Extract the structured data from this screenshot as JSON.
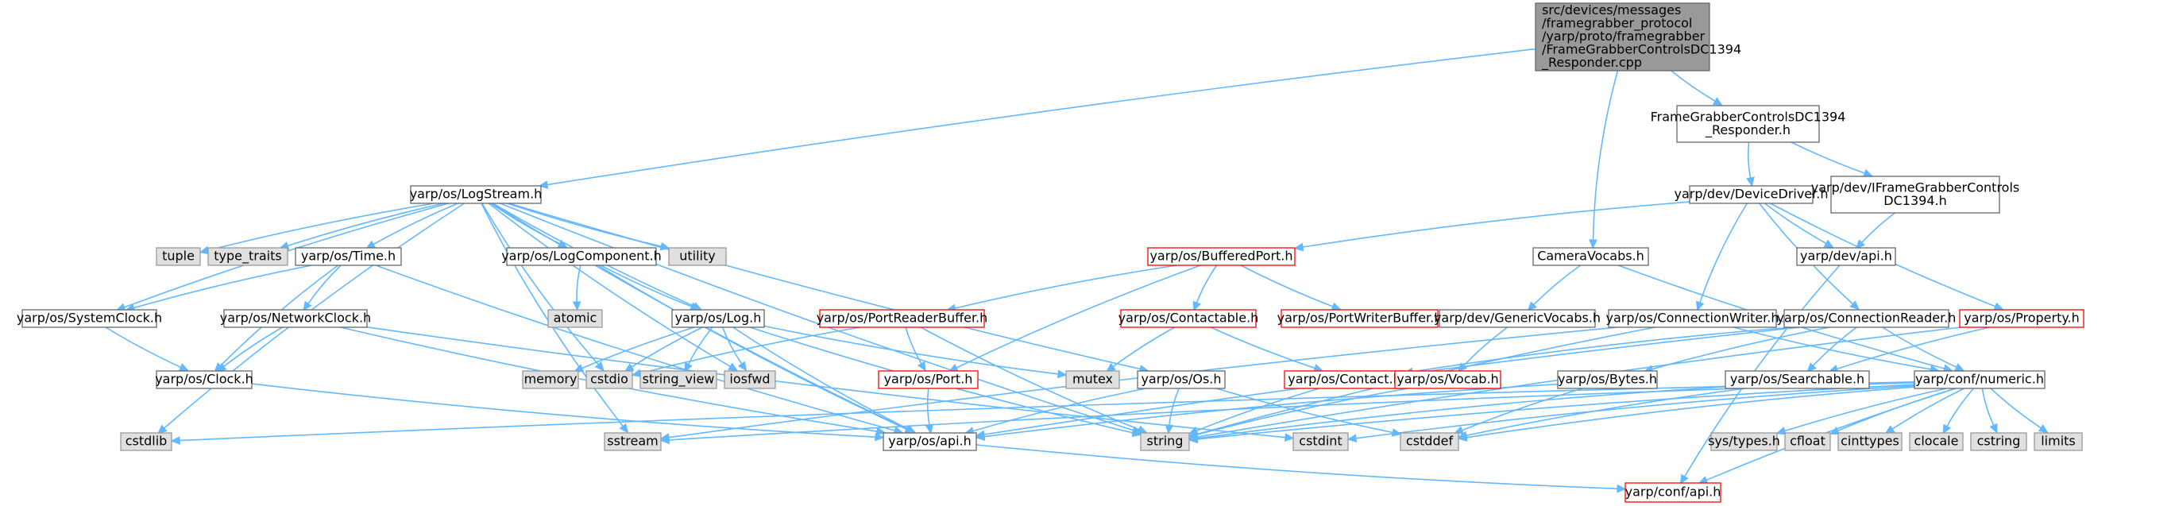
{
  "colors": {
    "edge": "#63b8ff",
    "focus_fill": "#999999",
    "focus_stroke": "#666666",
    "normal_fill": "#ffffff",
    "normal_stroke": "#666666",
    "ext_fill": "#e0e0e0",
    "ext_stroke": "#999999",
    "red_stroke": "#ff0000"
  },
  "nodes": [
    {
      "id": "root",
      "kind": "focus",
      "lines": [
        "src/devices/messages",
        "/framegrabber_protocol",
        "/yarp/proto/framegrabber",
        "/FrameGrabberControlsDC1394",
        "_Responder.cpp"
      ]
    },
    {
      "id": "fgresp",
      "kind": "normal",
      "lines": [
        "FrameGrabberControlsDC1394",
        "_Responder.h"
      ]
    },
    {
      "id": "logstream",
      "kind": "normal",
      "lines": [
        "yarp/os/LogStream.h"
      ]
    },
    {
      "id": "cameravocabs",
      "kind": "normal",
      "lines": [
        "CameraVocabs.h"
      ]
    },
    {
      "id": "devicedriver",
      "kind": "normal",
      "lines": [
        "yarp/dev/DeviceDriver.h"
      ]
    },
    {
      "id": "ifgc",
      "kind": "normal",
      "lines": [
        "yarp/dev/IFrameGrabberControls",
        "DC1394.h"
      ]
    },
    {
      "id": "tuple",
      "kind": "ext",
      "lines": [
        "tuple"
      ]
    },
    {
      "id": "type_traits",
      "kind": "ext",
      "lines": [
        "type_traits"
      ]
    },
    {
      "id": "time",
      "kind": "normal",
      "lines": [
        "yarp/os/Time.h"
      ]
    },
    {
      "id": "logcomponent",
      "kind": "normal",
      "lines": [
        "yarp/os/LogComponent.h"
      ]
    },
    {
      "id": "utility",
      "kind": "ext",
      "lines": [
        "utility"
      ]
    },
    {
      "id": "bufferedport",
      "kind": "red",
      "lines": [
        "yarp/os/BufferedPort.h"
      ]
    },
    {
      "id": "devapi",
      "kind": "normal",
      "lines": [
        "yarp/dev/api.h"
      ]
    },
    {
      "id": "systemclock",
      "kind": "normal",
      "lines": [
        "yarp/os/SystemClock.h"
      ]
    },
    {
      "id": "networkclock",
      "kind": "normal",
      "lines": [
        "yarp/os/NetworkClock.h"
      ]
    },
    {
      "id": "atomic",
      "kind": "ext",
      "lines": [
        "atomic"
      ]
    },
    {
      "id": "log",
      "kind": "normal",
      "lines": [
        "yarp/os/Log.h"
      ]
    },
    {
      "id": "portreaderbuffer",
      "kind": "red",
      "lines": [
        "yarp/os/PortReaderBuffer.h"
      ]
    },
    {
      "id": "contactable",
      "kind": "red",
      "lines": [
        "yarp/os/Contactable.h"
      ]
    },
    {
      "id": "portwriterbuffer",
      "kind": "red",
      "lines": [
        "yarp/os/PortWriterBuffer.h"
      ]
    },
    {
      "id": "genericvocabs",
      "kind": "normal",
      "lines": [
        "yarp/dev/GenericVocabs.h"
      ]
    },
    {
      "id": "connectionwriter",
      "kind": "normal",
      "lines": [
        "yarp/os/ConnectionWriter.h"
      ]
    },
    {
      "id": "connectionreader",
      "kind": "normal",
      "lines": [
        "yarp/os/ConnectionReader.h"
      ]
    },
    {
      "id": "property",
      "kind": "red",
      "lines": [
        "yarp/os/Property.h"
      ]
    },
    {
      "id": "clock",
      "kind": "normal",
      "lines": [
        "yarp/os/Clock.h"
      ]
    },
    {
      "id": "memory",
      "kind": "ext",
      "lines": [
        "memory"
      ]
    },
    {
      "id": "cstdio",
      "kind": "ext",
      "lines": [
        "cstdio"
      ]
    },
    {
      "id": "string_view",
      "kind": "ext",
      "lines": [
        "string_view"
      ]
    },
    {
      "id": "iosfwd",
      "kind": "ext",
      "lines": [
        "iosfwd"
      ]
    },
    {
      "id": "port",
      "kind": "red",
      "lines": [
        "yarp/os/Port.h"
      ]
    },
    {
      "id": "mutex",
      "kind": "ext",
      "lines": [
        "mutex"
      ]
    },
    {
      "id": "os",
      "kind": "normal",
      "lines": [
        "yarp/os/Os.h"
      ]
    },
    {
      "id": "contact",
      "kind": "red",
      "lines": [
        "yarp/os/Contact.h"
      ]
    },
    {
      "id": "vocab",
      "kind": "red",
      "lines": [
        "yarp/os/Vocab.h"
      ]
    },
    {
      "id": "bytes",
      "kind": "normal",
      "lines": [
        "yarp/os/Bytes.h"
      ]
    },
    {
      "id": "searchable",
      "kind": "normal",
      "lines": [
        "yarp/os/Searchable.h"
      ]
    },
    {
      "id": "numeric",
      "kind": "normal",
      "lines": [
        "yarp/conf/numeric.h"
      ]
    },
    {
      "id": "cstdlib",
      "kind": "ext",
      "lines": [
        "cstdlib"
      ]
    },
    {
      "id": "sstream",
      "kind": "ext",
      "lines": [
        "sstream"
      ]
    },
    {
      "id": "osapi",
      "kind": "normal",
      "lines": [
        "yarp/os/api.h"
      ]
    },
    {
      "id": "string",
      "kind": "ext",
      "lines": [
        "string"
      ]
    },
    {
      "id": "cstdint",
      "kind": "ext",
      "lines": [
        "cstdint"
      ]
    },
    {
      "id": "cstddef",
      "kind": "ext",
      "lines": [
        "cstddef"
      ]
    },
    {
      "id": "systypes",
      "kind": "ext",
      "lines": [
        "sys/types.h"
      ]
    },
    {
      "id": "cfloat",
      "kind": "ext",
      "lines": [
        "cfloat"
      ]
    },
    {
      "id": "cinttypes",
      "kind": "ext",
      "lines": [
        "cinttypes"
      ]
    },
    {
      "id": "clocale",
      "kind": "ext",
      "lines": [
        "clocale"
      ]
    },
    {
      "id": "cstring",
      "kind": "ext",
      "lines": [
        "cstring"
      ]
    },
    {
      "id": "limits",
      "kind": "ext",
      "lines": [
        "limits"
      ]
    },
    {
      "id": "confapi",
      "kind": "red",
      "lines": [
        "yarp/conf/api.h"
      ]
    }
  ],
  "edges": [
    [
      "root",
      "fgresp"
    ],
    [
      "root",
      "logstream"
    ],
    [
      "root",
      "cameravocabs"
    ],
    [
      "fgresp",
      "devicedriver"
    ],
    [
      "fgresp",
      "ifgc"
    ],
    [
      "ifgc",
      "devapi"
    ],
    [
      "devicedriver",
      "devapi"
    ],
    [
      "devicedriver",
      "bufferedport"
    ],
    [
      "devicedriver",
      "connectionwriter"
    ],
    [
      "devicedriver",
      "connectionreader"
    ],
    [
      "devicedriver",
      "property"
    ],
    [
      "devapi",
      "confapi"
    ],
    [
      "cameravocabs",
      "genericvocabs"
    ],
    [
      "cameravocabs",
      "numeric"
    ],
    [
      "genericvocabs",
      "vocab"
    ],
    [
      "logstream",
      "tuple"
    ],
    [
      "logstream",
      "type_traits"
    ],
    [
      "logstream",
      "time"
    ],
    [
      "logstream",
      "logcomponent"
    ],
    [
      "logstream",
      "utility"
    ],
    [
      "logstream",
      "log"
    ],
    [
      "logstream",
      "systemclock"
    ],
    [
      "logstream",
      "cstdlib"
    ],
    [
      "logstream",
      "sstream"
    ],
    [
      "logstream",
      "osapi"
    ],
    [
      "logstream",
      "string"
    ],
    [
      "logstream",
      "os"
    ],
    [
      "logstream",
      "cstdio"
    ],
    [
      "logstream",
      "iosfwd"
    ],
    [
      "time",
      "systemclock"
    ],
    [
      "time",
      "networkclock"
    ],
    [
      "time",
      "clock"
    ],
    [
      "time",
      "osapi"
    ],
    [
      "systemclock",
      "clock"
    ],
    [
      "networkclock",
      "clock"
    ],
    [
      "networkclock",
      "osapi"
    ],
    [
      "networkclock",
      "cstdint"
    ],
    [
      "clock",
      "osapi"
    ],
    [
      "logcomponent",
      "atomic"
    ],
    [
      "logcomponent",
      "log"
    ],
    [
      "logcomponent",
      "osapi"
    ],
    [
      "log",
      "memory"
    ],
    [
      "log",
      "cstdio"
    ],
    [
      "log",
      "string_view"
    ],
    [
      "log",
      "iosfwd"
    ],
    [
      "log",
      "mutex"
    ],
    [
      "log",
      "osapi"
    ],
    [
      "log",
      "string"
    ],
    [
      "bufferedport",
      "portreaderbuffer"
    ],
    [
      "bufferedport",
      "contactable"
    ],
    [
      "bufferedport",
      "portwriterbuffer"
    ],
    [
      "bufferedport",
      "port"
    ],
    [
      "portreaderbuffer",
      "port"
    ],
    [
      "portreaderbuffer",
      "cstdio"
    ],
    [
      "portreaderbuffer",
      "string"
    ],
    [
      "contactable",
      "mutex"
    ],
    [
      "contactable",
      "contact"
    ],
    [
      "port",
      "osapi"
    ],
    [
      "os",
      "osapi"
    ],
    [
      "os",
      "string"
    ],
    [
      "os",
      "cstddef"
    ],
    [
      "contact",
      "string"
    ],
    [
      "vocab",
      "string"
    ],
    [
      "connectionwriter",
      "string"
    ],
    [
      "connectionwriter",
      "numeric"
    ],
    [
      "connectionwriter",
      "sstream"
    ],
    [
      "connectionreader",
      "bytes"
    ],
    [
      "connectionreader",
      "contact"
    ],
    [
      "connectionreader",
      "searchable"
    ],
    [
      "connectionreader",
      "numeric"
    ],
    [
      "connectionreader",
      "osapi"
    ],
    [
      "property",
      "searchable"
    ],
    [
      "property",
      "string"
    ],
    [
      "bytes",
      "cstddef"
    ],
    [
      "bytes",
      "osapi"
    ],
    [
      "searchable",
      "cstddef"
    ],
    [
      "searchable",
      "string"
    ],
    [
      "numeric",
      "cstdlib"
    ],
    [
      "numeric",
      "sstream"
    ],
    [
      "numeric",
      "string"
    ],
    [
      "numeric",
      "cstdint"
    ],
    [
      "numeric",
      "cstddef"
    ],
    [
      "numeric",
      "systypes"
    ],
    [
      "numeric",
      "cfloat"
    ],
    [
      "numeric",
      "cinttypes"
    ],
    [
      "numeric",
      "clocale"
    ],
    [
      "numeric",
      "cstring"
    ],
    [
      "numeric",
      "limits"
    ],
    [
      "numeric",
      "confapi"
    ],
    [
      "osapi",
      "confapi"
    ]
  ]
}
